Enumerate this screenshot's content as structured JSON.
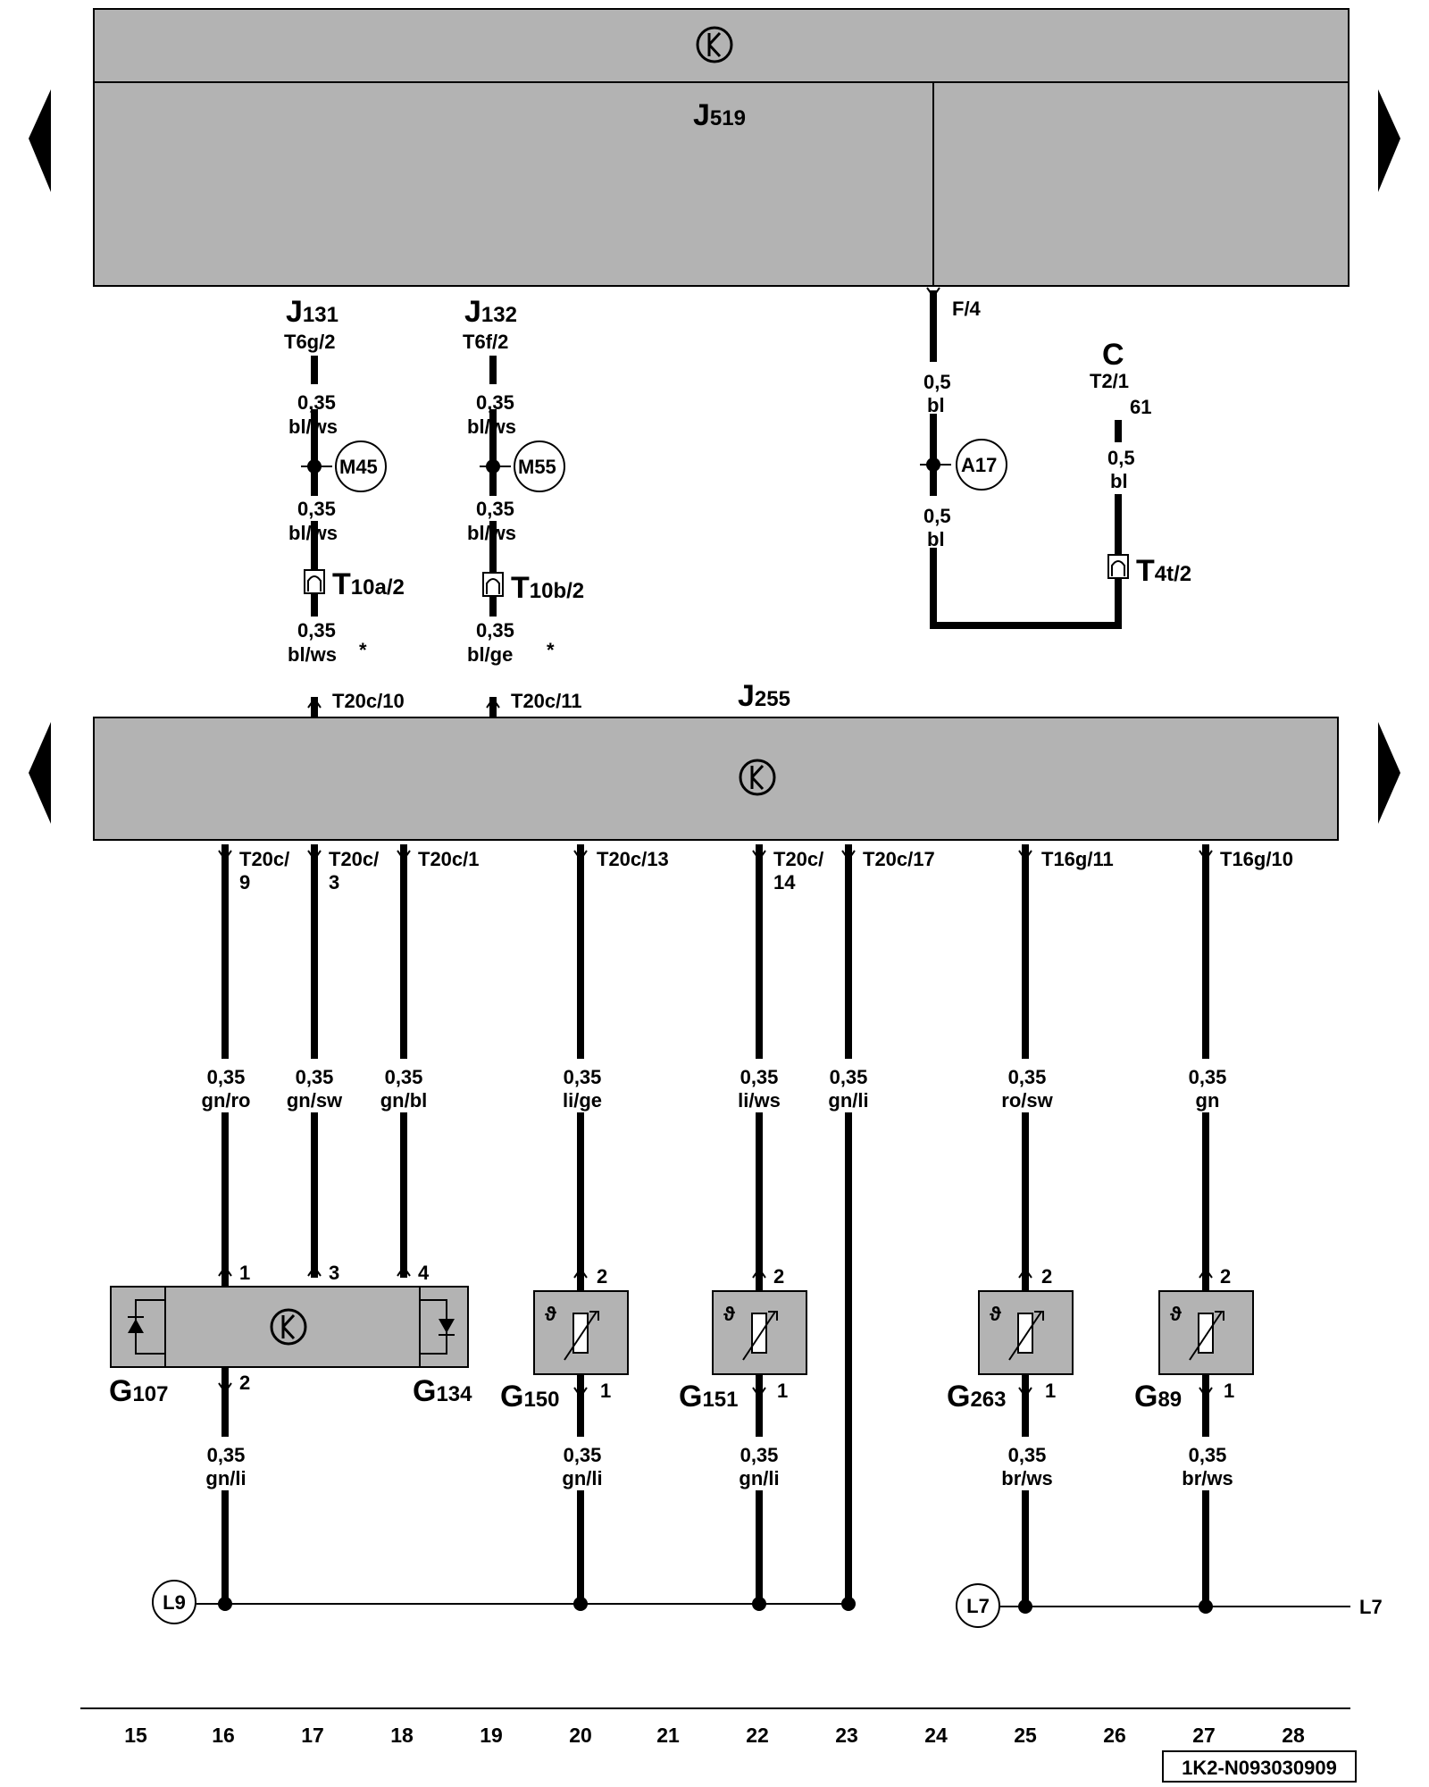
{
  "colors": {
    "module_fill": "#b3b3b3",
    "wire": "#000000",
    "background": "#ffffff"
  },
  "icons": {
    "ground_symbol": "k-ground-icon",
    "page_nav_left": "left-arrow-icon",
    "page_nav_right": "right-arrow-icon",
    "sensor": "temperature-sensor-icon",
    "photodiode": "photodiode-icon",
    "connector": "connector-plug-icon"
  },
  "modules": {
    "j519": {
      "letter": "J",
      "number": "519"
    },
    "j255": {
      "letter": "J",
      "number": "255"
    }
  },
  "top_branches": {
    "j131": {
      "letter": "J",
      "number": "131",
      "pin": "T6g/2",
      "seg1_size": "0,35",
      "seg1_color": "bl/ws",
      "junction": "M45",
      "seg2_size": "0,35",
      "seg2_color": "bl/ws",
      "plug_letter": "T",
      "plug_sub": "10a/2",
      "seg3_size": "0,35",
      "seg3_color": "bl/ws",
      "star": "*",
      "terminal": "T20c/10"
    },
    "j132": {
      "letter": "J",
      "number": "132",
      "pin": "T6f/2",
      "seg1_size": "0,35",
      "seg1_color": "bl/ws",
      "junction": "M55",
      "seg2_size": "0,35",
      "seg2_color": "bl/ws",
      "plug_letter": "T",
      "plug_sub": "10b/2",
      "seg3_size": "0,35",
      "seg3_color": "bl/ge",
      "star": "*",
      "terminal": "T20c/11"
    },
    "f4": {
      "pin": "F/4",
      "seg1_size": "0,5",
      "seg1_color": "bl",
      "junction": "A17",
      "seg2_size": "0,5",
      "seg2_color": "bl"
    },
    "c": {
      "letter": "C",
      "pin": "T2/1",
      "pin_no": "61",
      "size": "0,5",
      "color": "bl",
      "plug_letter": "T",
      "plug_sub": "4t/2"
    }
  },
  "lower_wires": [
    {
      "terminal_a": "T20c/",
      "terminal_b": "9",
      "size": "0,35",
      "color": "gn/ro",
      "pin": "1"
    },
    {
      "terminal_a": "T20c/",
      "terminal_b": "3",
      "size": "0,35",
      "color": "gn/sw",
      "pin": "3"
    },
    {
      "terminal_a": "T20c/1",
      "terminal_b": "",
      "size": "0,35",
      "color": "gn/bl",
      "pin": "4"
    },
    {
      "terminal_a": "T20c/13",
      "terminal_b": "",
      "size": "0,35",
      "color": "li/ge",
      "pin": "2"
    },
    {
      "terminal_a": "T20c/",
      "terminal_b": "14",
      "size": "0,35",
      "color": "li/ws",
      "pin": "2"
    },
    {
      "terminal_a": "T20c/17",
      "terminal_b": "",
      "size": "0,35",
      "color": "gn/li",
      "pin": ""
    },
    {
      "terminal_a": "T16g/11",
      "terminal_b": "",
      "size": "0,35",
      "color": "ro/sw",
      "pin": "2"
    },
    {
      "terminal_a": "T16g/10",
      "terminal_b": "",
      "size": "0,35",
      "color": "gn",
      "pin": "2"
    }
  ],
  "components": {
    "g107": {
      "letter": "G",
      "number": "107",
      "out_pin": "2",
      "size": "0,35",
      "color": "gn/li"
    },
    "g134": {
      "letter": "G",
      "number": "134"
    },
    "g150": {
      "letter": "G",
      "number": "150",
      "out_pin": "1",
      "size": "0,35",
      "color": "gn/li"
    },
    "g151": {
      "letter": "G",
      "number": "151",
      "out_pin": "1",
      "size": "0,35",
      "color": "gn/li"
    },
    "g263": {
      "letter": "G",
      "number": "263",
      "out_pin": "1",
      "size": "0,35",
      "color": "br/ws"
    },
    "g89": {
      "letter": "G",
      "number": "89",
      "out_pin": "1",
      "size": "0,35",
      "color": "br/ws"
    }
  },
  "ground": {
    "l9": "L9",
    "l7": "L7",
    "l7_ref": "L7"
  },
  "column_numbers": [
    "15",
    "16",
    "17",
    "18",
    "19",
    "20",
    "21",
    "22",
    "23",
    "24",
    "25",
    "26",
    "27",
    "28"
  ],
  "drawing_id": "1K2-N093030909"
}
